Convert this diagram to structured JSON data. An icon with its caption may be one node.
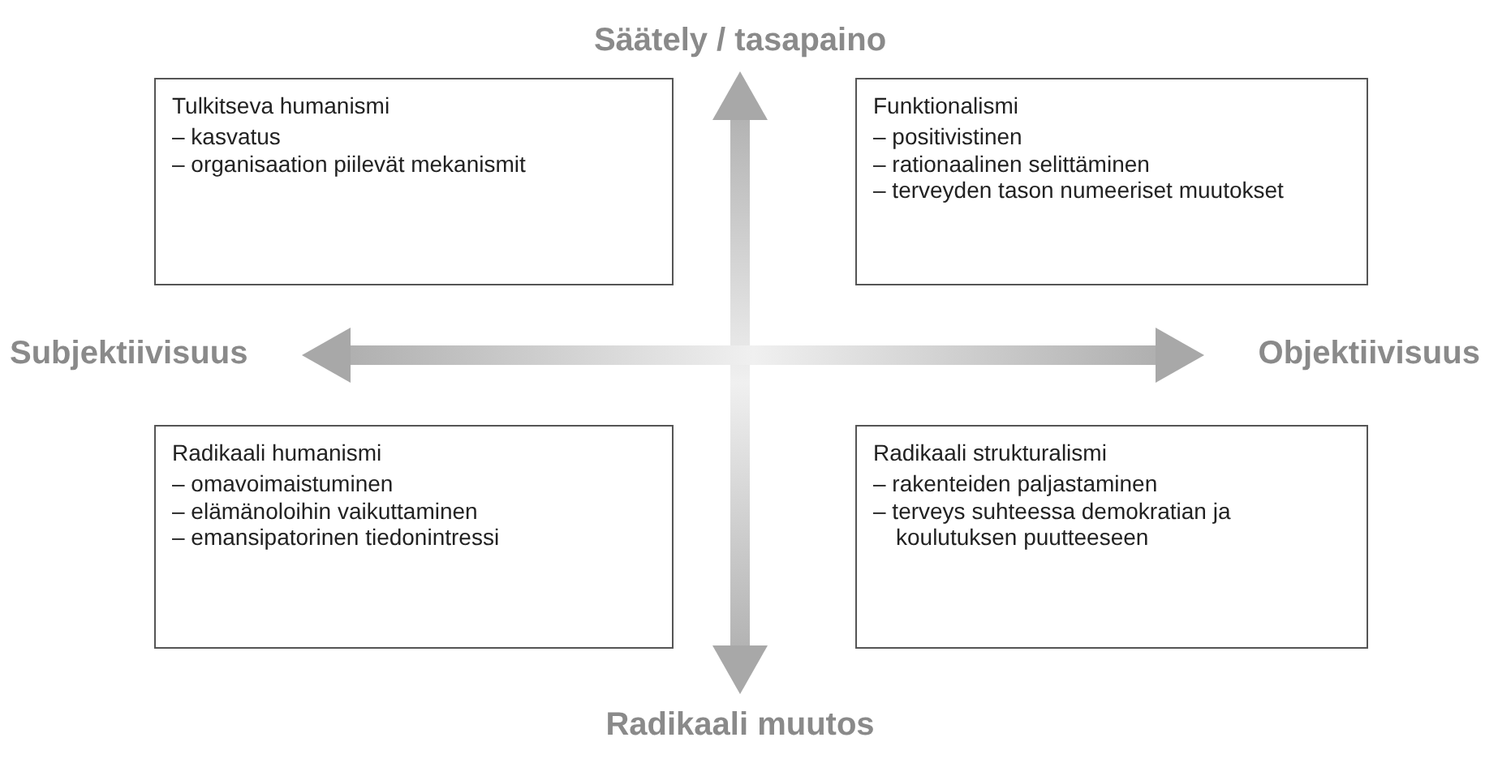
{
  "diagram": {
    "nodes": [
      {
        "text": [
          "Säätely / tasapaino"
        ]
      },
      {
        "text": [
          "Tulkitseva humanismi",
          "– kasvatus",
          "– organisaation piilevät mekanismit"
        ]
      },
      {
        "text": [
          "Funktionalismi",
          "– positivistinen",
          "– rationaalinen selittäminen",
          "– terveyden tason numeeriset muutokset"
        ]
      },
      {
        "text": [
          "Subjektiivisuus"
        ]
      },
      {
        "text": [
          "Objektiivisuus"
        ]
      },
      {
        "text": [
          "Radikaali humanismi",
          "– omavoimaistuminen",
          "– elämänoloihin vaikuttaminen",
          "– emansipatorinen tiedonintressi"
        ]
      },
      {
        "text": [
          "Radikaali strukturalismi",
          "– rakenteiden paljastaminen",
          "– terveys suhteessa demokratian ja koulutuksen puutteeseen"
        ]
      },
      {
        "text": [
          "Radikaali muutos"
        ]
      }
    ],
    "edges": [
      {
        "from": 0,
        "to": 7,
        "arrow": "both"
      },
      {
        "from": 3,
        "to": 4,
        "arrow": "both"
      }
    ]
  }
}
